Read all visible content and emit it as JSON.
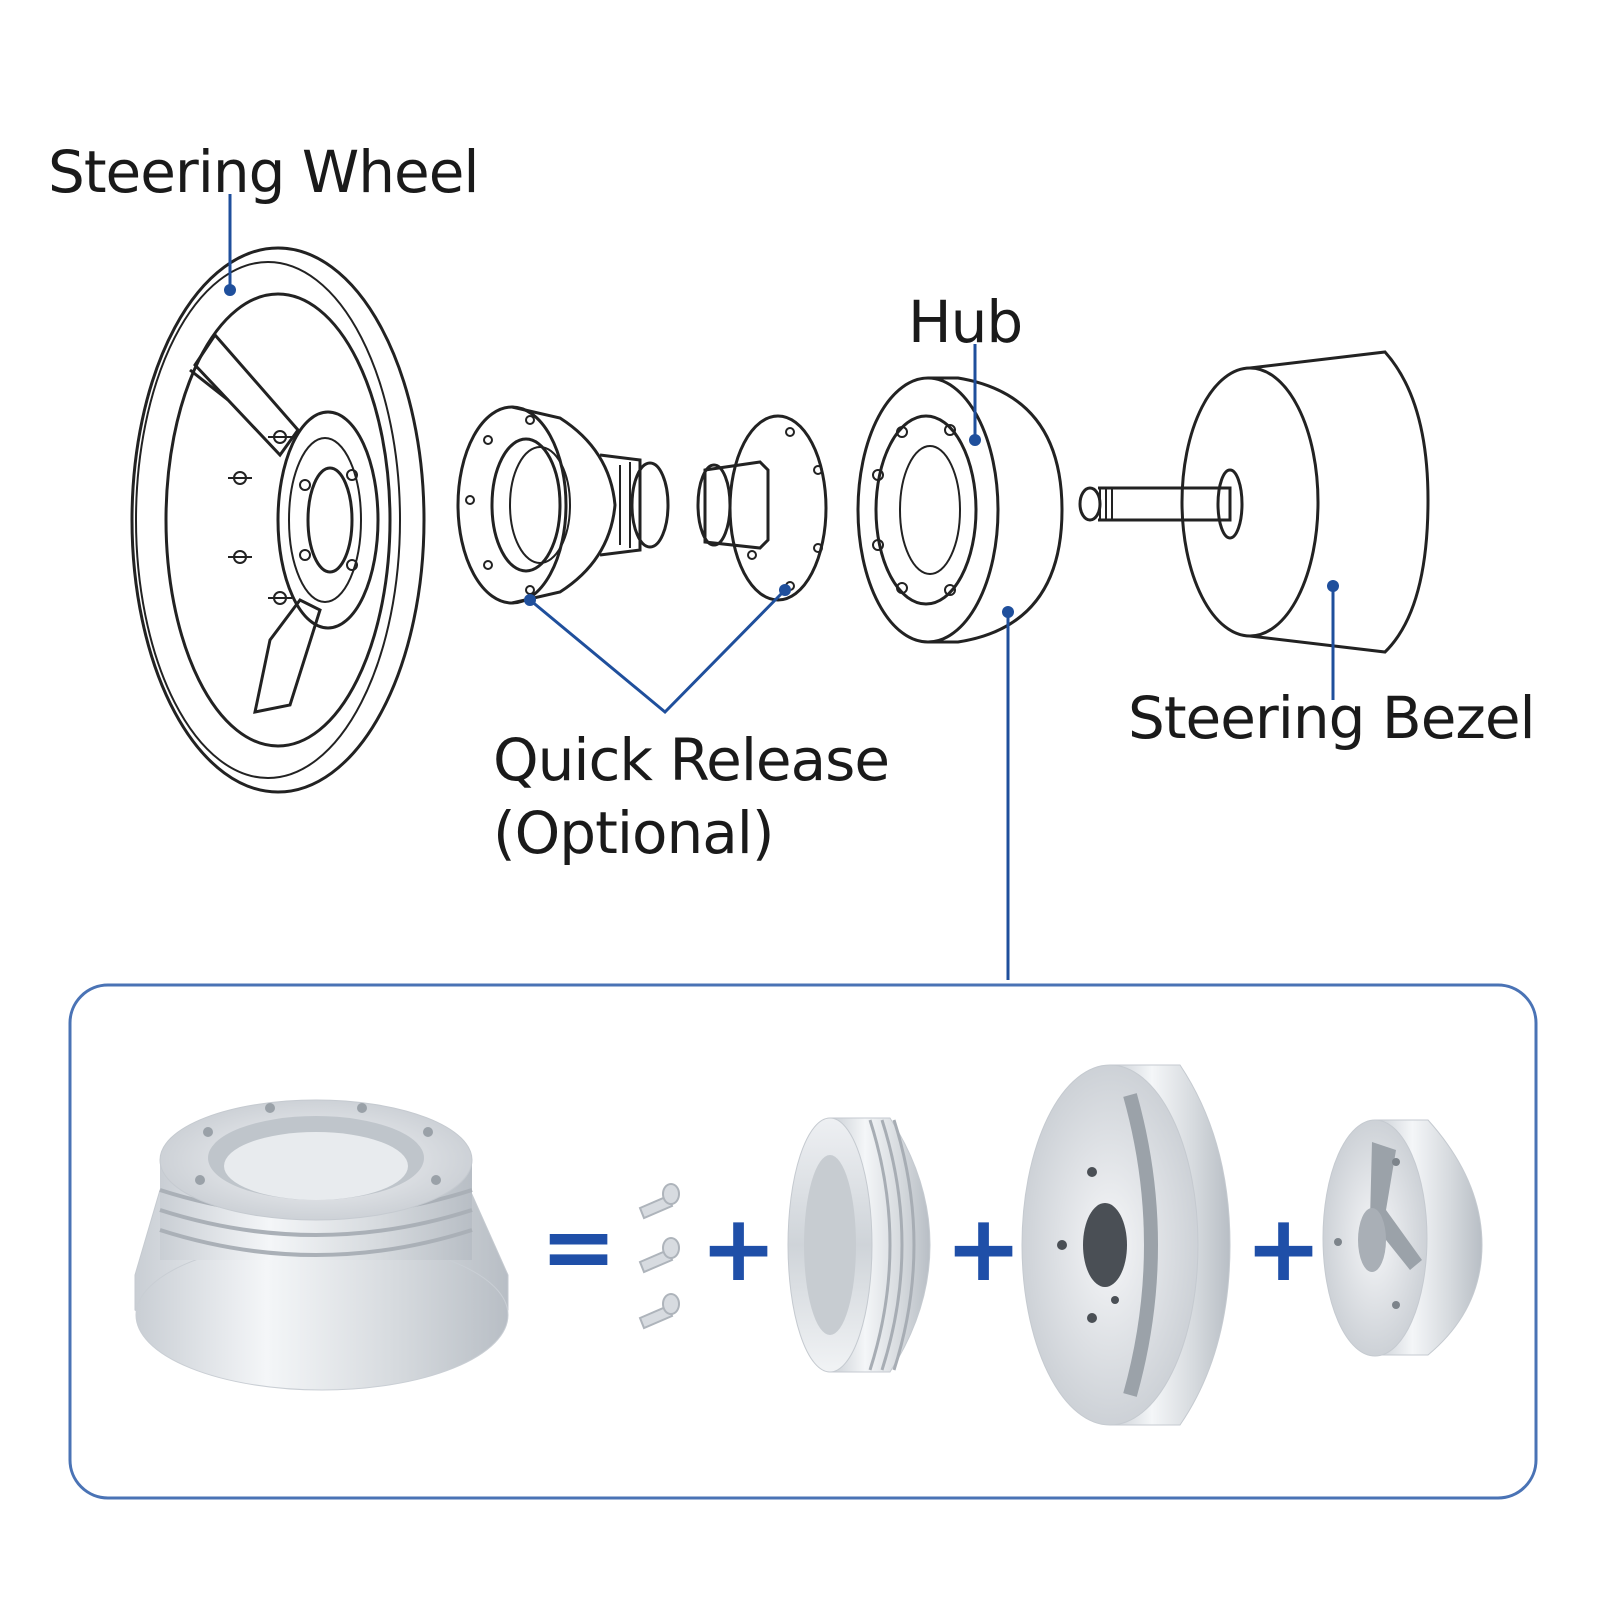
{
  "labels": {
    "steering_wheel": "Steering Wheel",
    "hub": "Hub",
    "steering_bezel": "Steering Bezel",
    "quick_release_line1": "Quick Release",
    "quick_release_line2": "(Optional)"
  },
  "equation": {
    "equals": "=",
    "plus": "+"
  },
  "colors": {
    "leader": "#1f4f9c",
    "operator": "#1f4fa8",
    "frame": "#4a73b5",
    "line_art": "#222222",
    "metal": "#d9dde2"
  }
}
